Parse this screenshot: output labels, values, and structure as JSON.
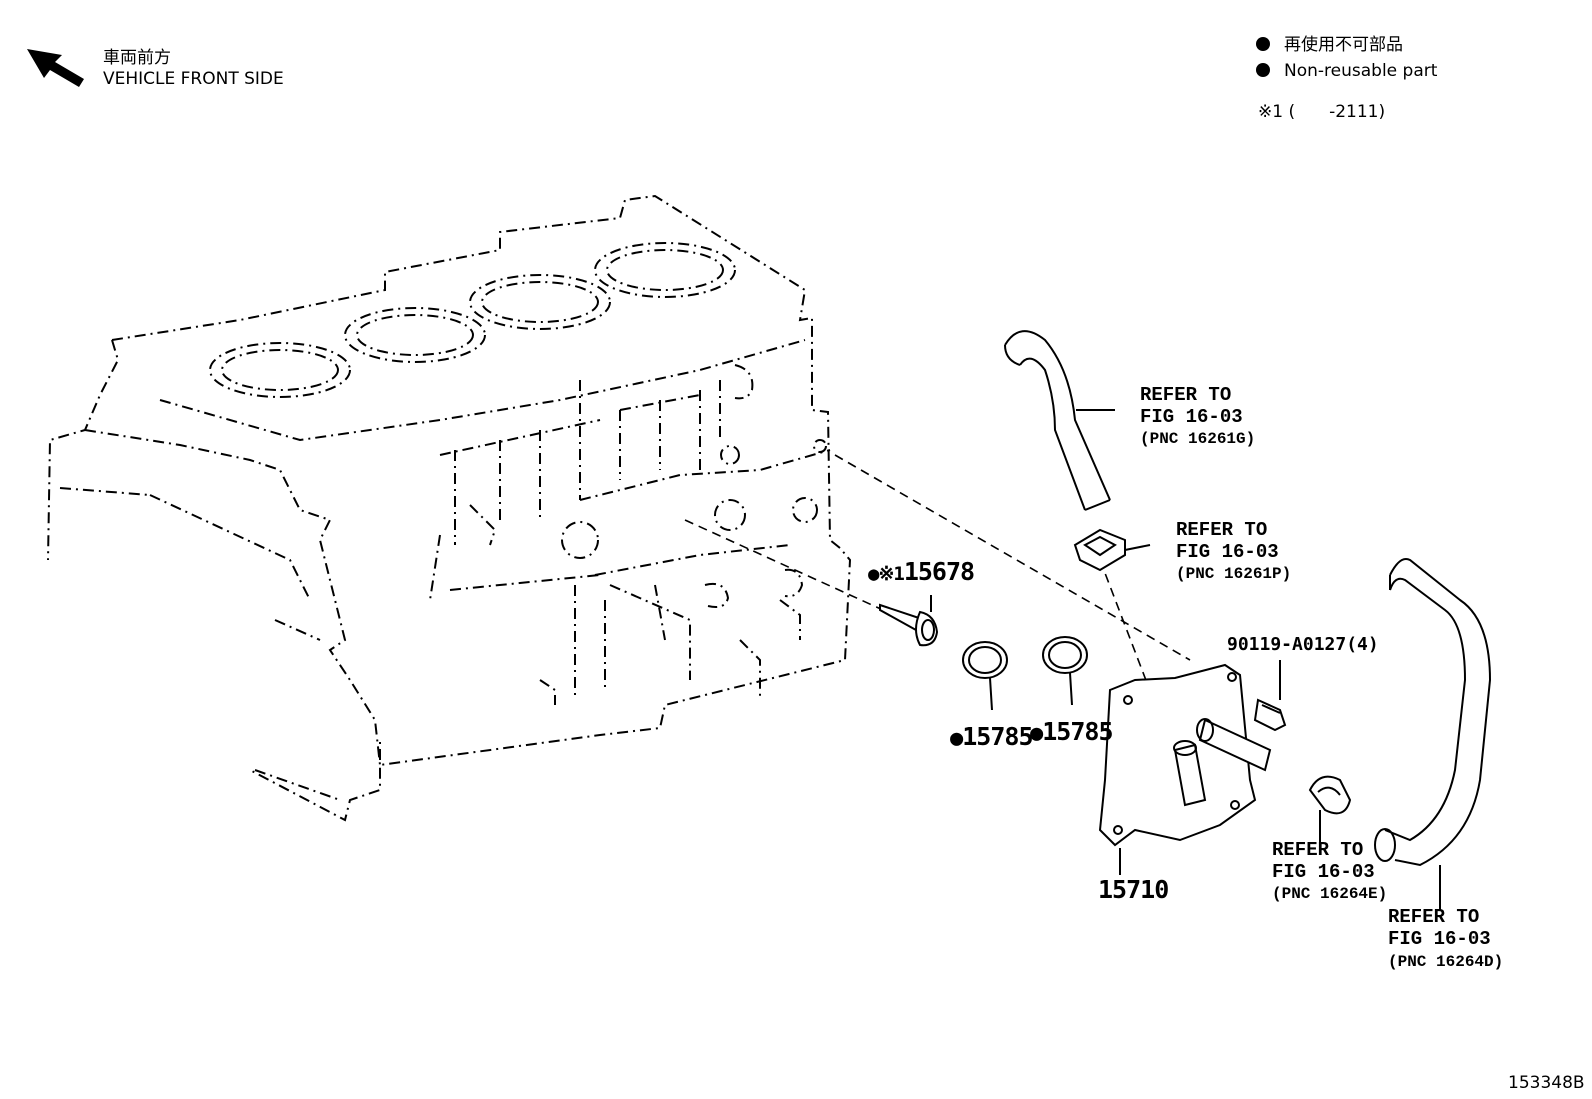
{
  "header": {
    "front_label_jp": "車両前方",
    "front_label_en": "VEHICLE FRONT SIDE",
    "arrow_icon": "arrow-up-left-icon"
  },
  "legend": {
    "items": [
      {
        "bullet_icon": "filled-circle-icon",
        "text": "再使用不可部品"
      },
      {
        "bullet_icon": "filled-circle-icon",
        "text": "Non-reusable part"
      }
    ],
    "note": "※1 (　　-2111)"
  },
  "callouts": [
    {
      "id": "hose-16261g",
      "line1": "REFER TO",
      "line2": "FIG 16-03",
      "line3": "(PNC 16261G)"
    },
    {
      "id": "clip-16261p",
      "line1": "REFER TO",
      "line2": "FIG 16-03",
      "line3": "(PNC 16261P)"
    },
    {
      "id": "clip-16264e",
      "line1": "REFER TO",
      "line2": "FIG 16-03",
      "line3": "(PNC 16264E)"
    },
    {
      "id": "hose-16264d",
      "line1": "REFER TO",
      "line2": "FIG 16-03",
      "line3": "(PNC 16264D)"
    }
  ],
  "parts": {
    "union": {
      "marker": "●※1",
      "number": "15678"
    },
    "ring1": {
      "marker": "●",
      "number": "15785"
    },
    "ring2": {
      "marker": "●",
      "number": "15785"
    },
    "bolt": {
      "number": "90119-A0127(4)"
    },
    "cooler": {
      "number": "15710"
    }
  },
  "footer": {
    "figure_id": "153348B"
  }
}
